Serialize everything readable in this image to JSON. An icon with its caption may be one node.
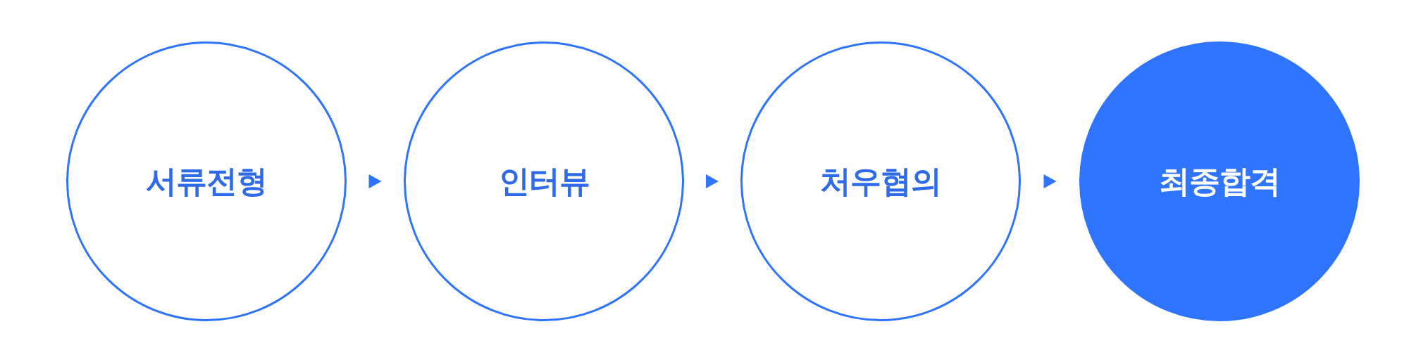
{
  "diagram": {
    "nodes": [
      {
        "text": [
          "서류전형"
        ]
      },
      {
        "text": [
          "인터뷰"
        ]
      },
      {
        "text": [
          "처우협의"
        ]
      },
      {
        "text": [
          "최종합격"
        ]
      }
    ],
    "edges": [
      {
        "from": 0,
        "to": 1,
        "arrow": "to"
      },
      {
        "from": 1,
        "to": 2,
        "arrow": "to"
      },
      {
        "from": 2,
        "to": 3,
        "arrow": "to"
      }
    ]
  }
}
